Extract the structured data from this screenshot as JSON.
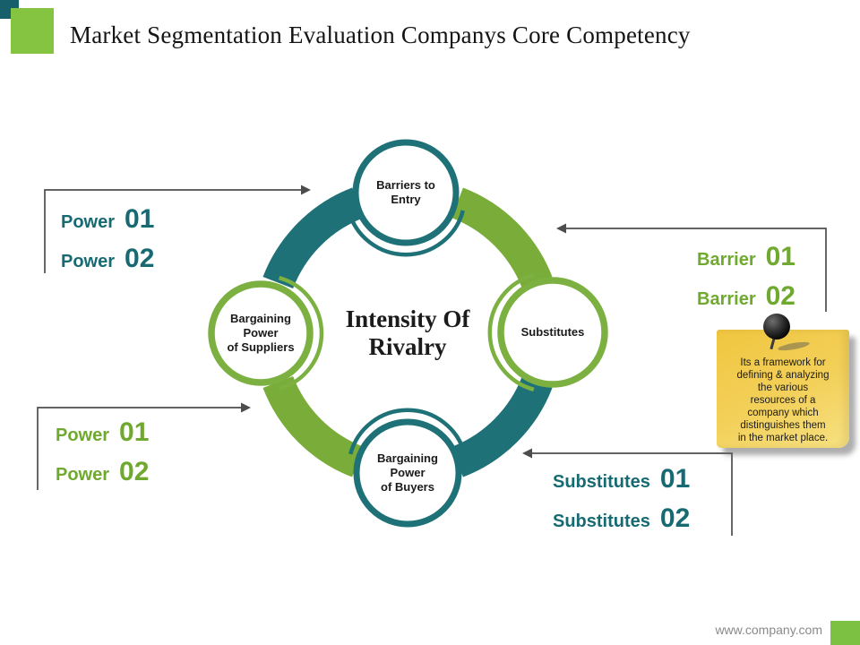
{
  "title": "Market Segmentation Evaluation Companys Core Competency",
  "diagram": {
    "center_label": "Intensity Of\nRivalry",
    "nodes": {
      "top": {
        "label": "Barriers to\nEntry"
      },
      "right": {
        "label": "Substitutes"
      },
      "bottom": {
        "label": "Bargaining\nPower\nof Buyers"
      },
      "left": {
        "label": "Bargaining\nPower\nof Suppliers"
      }
    },
    "connectors": {
      "top_left": "arrow-right",
      "bottom_left": "arrow-right",
      "top_right": "arrow-left",
      "bottom_right": "arrow-left"
    }
  },
  "callouts": {
    "top_left": {
      "items": [
        {
          "label": "Power",
          "num": "01"
        },
        {
          "label": "Power",
          "num": "02"
        }
      ]
    },
    "bottom_left": {
      "items": [
        {
          "label": "Power",
          "num": "01"
        },
        {
          "label": "Power",
          "num": "02"
        }
      ]
    },
    "top_right": {
      "items": [
        {
          "label": "Barrier",
          "num": "01"
        },
        {
          "label": "Barrier",
          "num": "02"
        }
      ]
    },
    "bottom_right": {
      "items": [
        {
          "label": "Substitutes",
          "num": "01"
        },
        {
          "label": "Substitutes",
          "num": "02"
        }
      ]
    }
  },
  "note": {
    "pin_icon": "push-pin",
    "text": "Its a framework for\ndefining & analyzing\nthe various\nresources of a\ncompany which\ndistinguishes them\nin the market place."
  },
  "footer": {
    "url": "www.company.com"
  },
  "colors": {
    "teal": "#1E7177",
    "green": "#79AC39",
    "circle_green": "#7CB142",
    "callout_teal": "#176A72",
    "callout_green": "#6FA92F",
    "accent_green": "#84C441",
    "accent_teal": "#17606B",
    "note_yellow": "#F3D05A",
    "connector_gray": "#4D4D4D",
    "footer_gray": "#8A8A8A"
  }
}
